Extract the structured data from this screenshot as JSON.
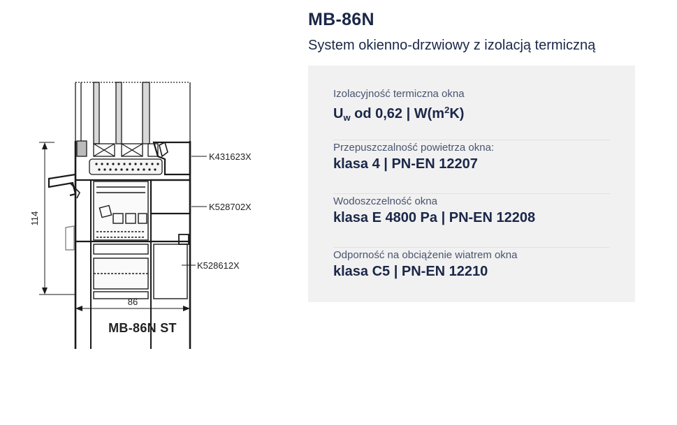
{
  "product": {
    "title": "MB-86N",
    "subtitle": "System okienno-drzwiowy z izolacją termiczną"
  },
  "diagram": {
    "caption": "MB-86N ST",
    "dimension_height": "114",
    "dimension_width": "86",
    "profile_labels": [
      "K431623X",
      "K528702X",
      "K528612X"
    ]
  },
  "specs": [
    {
      "label": "Izolacyjność termiczna okna",
      "value_symbol": "U",
      "value_symbol_sub": "w",
      "value_main": " od 0,62 | W(m",
      "value_sup": "2",
      "value_tail": "K)"
    },
    {
      "label": "Przepuszczalność powietrza okna:",
      "value": "klasa 4 | PN-EN 12207"
    },
    {
      "label": "Wodoszczelność okna",
      "value": "klasa E 4800 Pa | PN-EN 12208"
    },
    {
      "label": "Odporność na obciążenie wiatrem okna",
      "value": "klasa C5 | PN-EN 12210"
    }
  ]
}
